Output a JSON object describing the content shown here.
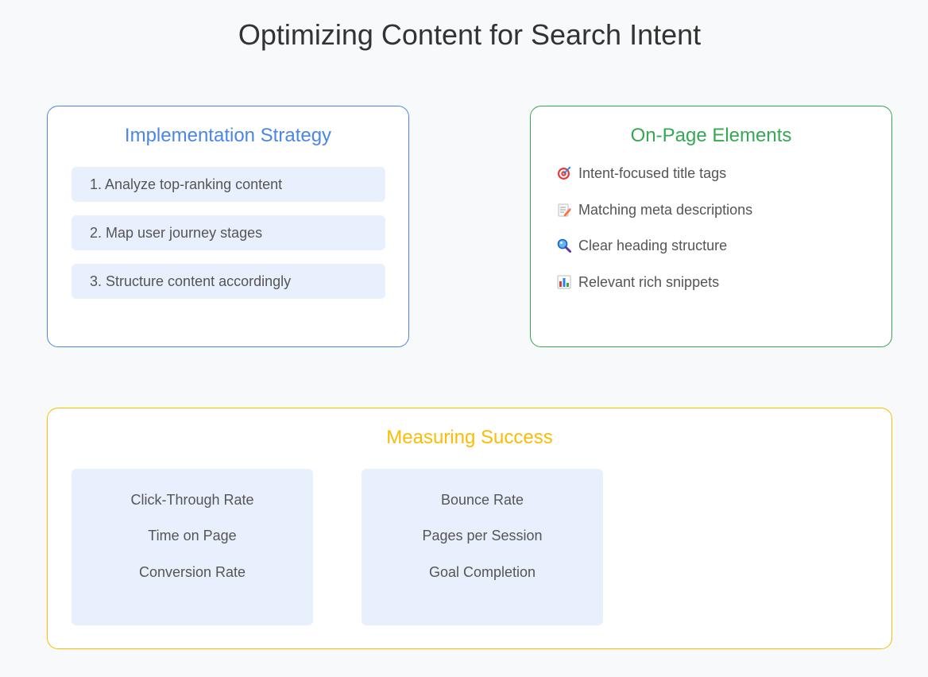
{
  "title": "Optimizing Content for Search Intent",
  "implementation": {
    "heading": "Implementation Strategy",
    "steps": [
      "1. Analyze top-ranking content",
      "2. Map user journey stages",
      "3. Structure content accordingly"
    ]
  },
  "on_page": {
    "heading": "On-Page Elements",
    "items": [
      {
        "icon": "target-icon",
        "label": "Intent-focused title tags"
      },
      {
        "icon": "memo-icon",
        "label": "Matching meta descriptions"
      },
      {
        "icon": "magnifier-icon",
        "label": "Clear heading structure"
      },
      {
        "icon": "bar-chart-icon",
        "label": "Relevant rich snippets"
      }
    ]
  },
  "measuring": {
    "heading": "Measuring Success",
    "groups": [
      [
        "Click-Through Rate",
        "Time on Page",
        "Conversion Rate"
      ],
      [
        "Bounce Rate",
        "Pages per Session",
        "Goal Completion"
      ]
    ]
  },
  "colors": {
    "implementation": "#4a86e8",
    "on_page": "#34a853",
    "measuring": "#fbbc04",
    "box_fill": "#e8f0fe"
  }
}
